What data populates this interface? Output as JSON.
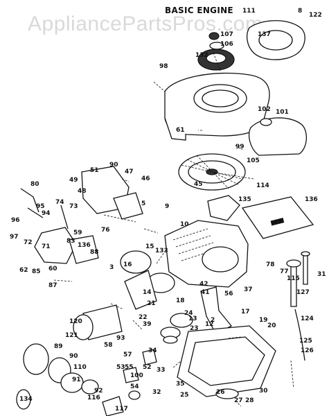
{
  "title": "BASIC ENGINE",
  "watermark": "AppliancePartsPros.com",
  "part_labels": [
    "111",
    "8",
    "122",
    "107",
    "106",
    "137",
    "132",
    "98",
    "102",
    "101",
    "61",
    "99",
    "105",
    "114",
    "51",
    "90",
    "47",
    "49",
    "48",
    "46",
    "80",
    "95",
    "74",
    "73",
    "94",
    "96",
    "97",
    "72",
    "71",
    "59",
    "83",
    "76",
    "5",
    "9",
    "10",
    "135",
    "45",
    "136",
    "133",
    "3",
    "15",
    "16",
    "136",
    "88",
    "62",
    "85",
    "60",
    "87",
    "78",
    "77",
    "115",
    "37",
    "56",
    "42",
    "41",
    "14",
    "21",
    "22",
    "23",
    "18",
    "17",
    "19",
    "20",
    "127",
    "124",
    "31",
    "125",
    "126",
    "39",
    "120",
    "121",
    "93",
    "58",
    "52",
    "24",
    "12",
    "13",
    "34",
    "89",
    "90",
    "110",
    "91",
    "92",
    "57",
    "53",
    "54",
    "35",
    "33",
    "116",
    "100",
    "55",
    "134",
    "117",
    "32",
    "25",
    "26",
    "27",
    "28",
    "30",
    "2"
  ]
}
